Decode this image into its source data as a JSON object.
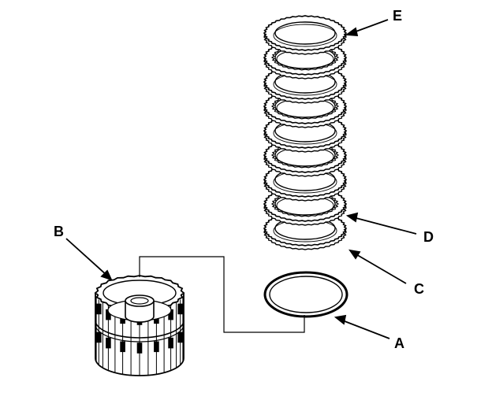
{
  "callouts": {
    "a": "A",
    "b": "B",
    "c": "C",
    "d": "D",
    "e": "E"
  },
  "colors": {
    "ink": "#000000",
    "background": "#ffffff"
  }
}
